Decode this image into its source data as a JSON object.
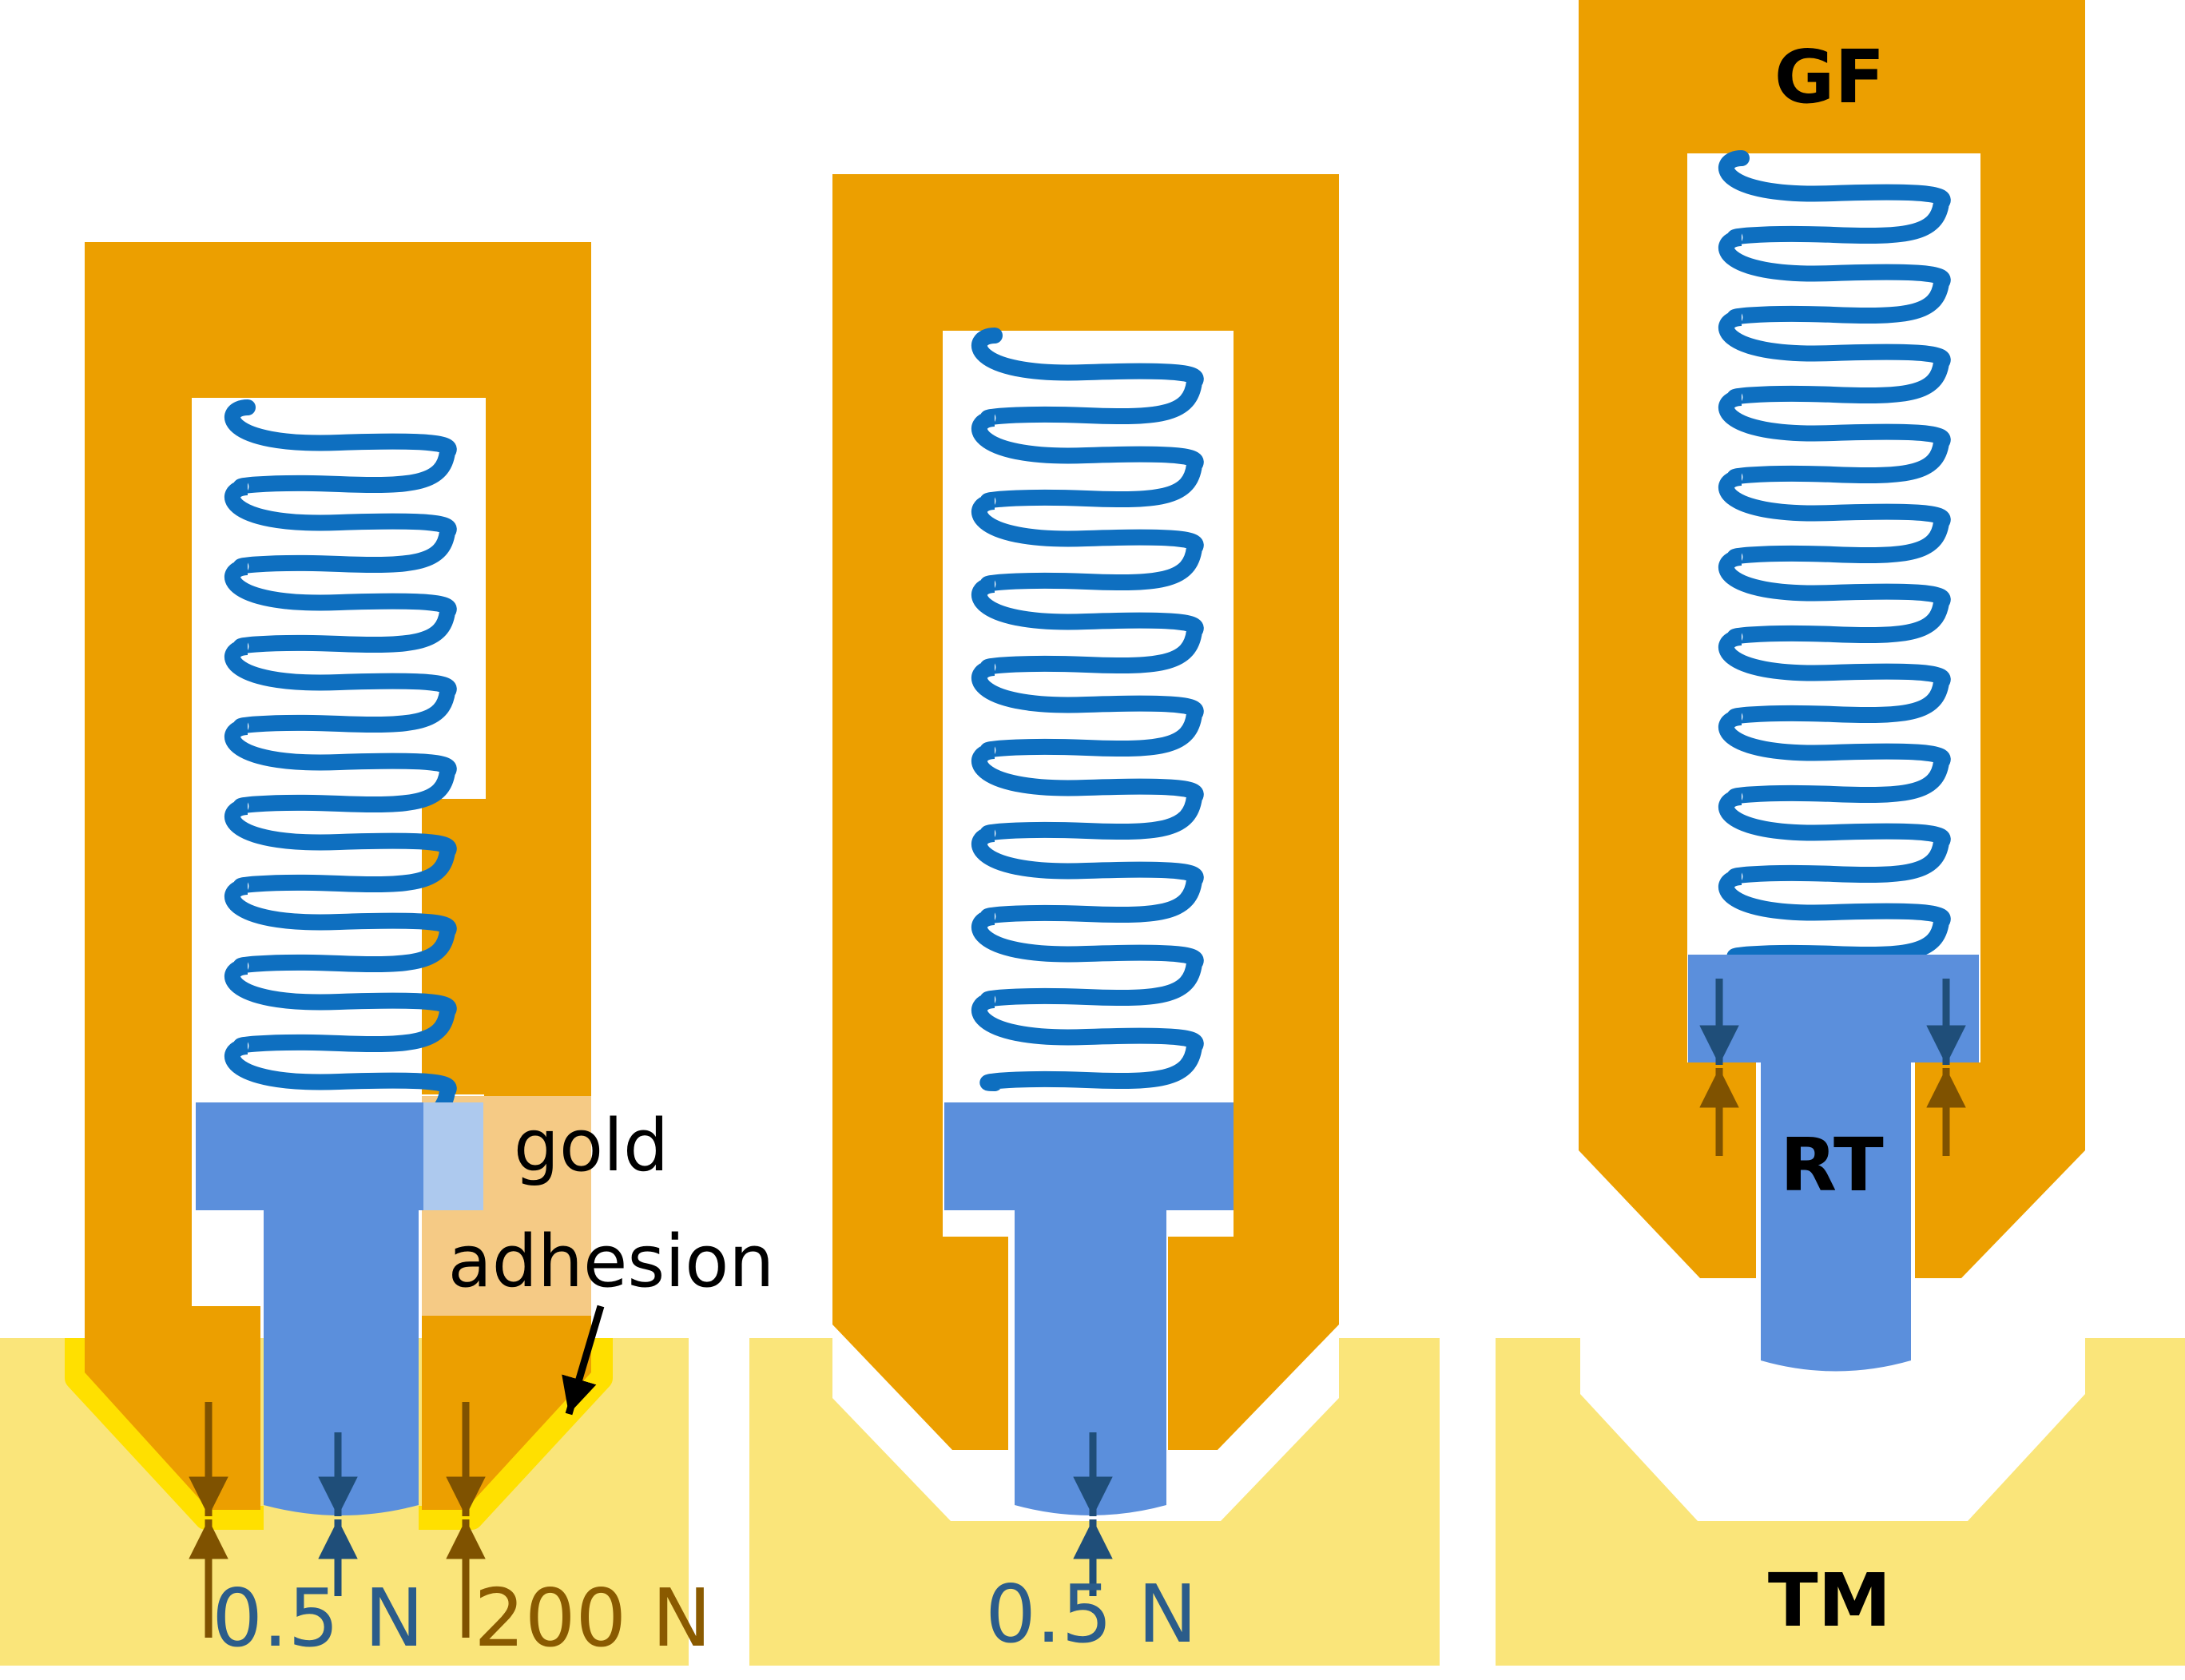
{
  "labels": {
    "gold_adhesion_line1": "gold",
    "gold_adhesion_line2": "adhesion",
    "gf": "GF",
    "rt": "RT",
    "tm": "TM",
    "force_left_blue": "0.5 N",
    "force_left_brown": "200 N",
    "force_middle": "0.5 N"
  },
  "colors": {
    "gf_orange": "#EC9F00",
    "tm_yellow": "#FAE57A",
    "rt_blue": "#5B8FDC",
    "spring_blue": "#0E6FC0",
    "adhesion_orange": "#F5CA85",
    "adhesion_blue": "#ADC9EE",
    "gold_highlight": "#FFE000",
    "arrow_blue": "#1F4E79",
    "arrow_brown": "#7F5200",
    "text_blue": "#2B5C8A",
    "text_brown": "#8A5A00",
    "text_black": "#000000"
  }
}
